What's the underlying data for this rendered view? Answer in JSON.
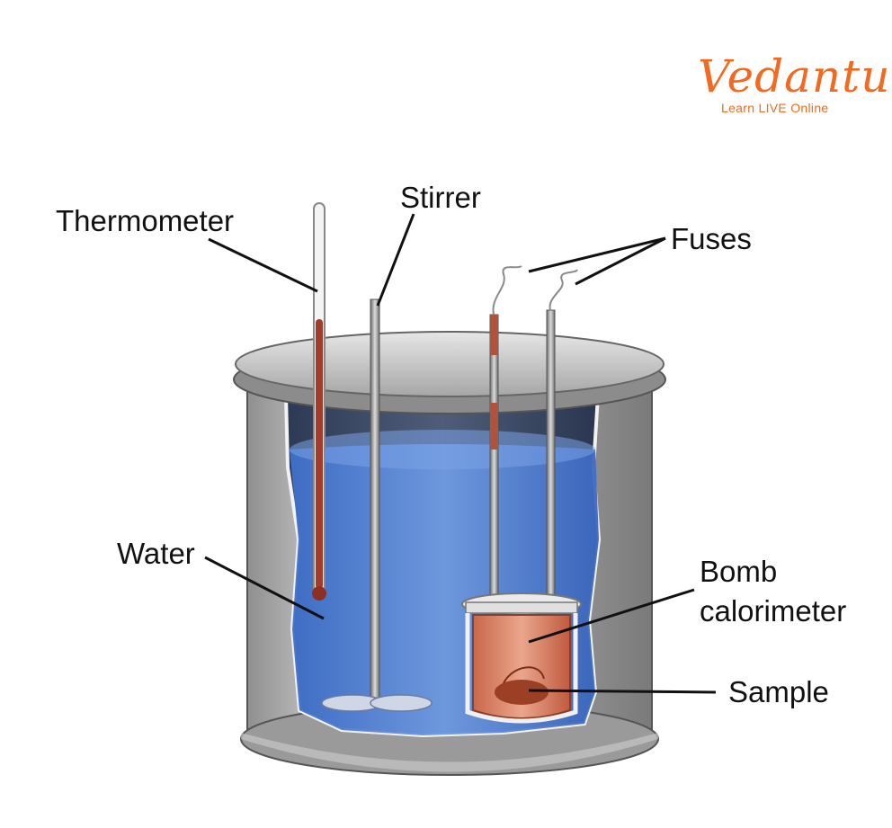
{
  "brand": {
    "name": "Vedantu",
    "tagline": "Learn LIVE Online",
    "color": "#f26a21"
  },
  "labels": {
    "thermometer": "Thermometer",
    "stirrer": "Stirrer",
    "fuses": "Fuses",
    "water": "Water",
    "bomb_line1": "Bomb",
    "bomb_line2": "calorimeter",
    "sample": "Sample"
  },
  "colors": {
    "water": "#5b86d6",
    "metal": "#b6b6b6",
    "copper": "#d9866a",
    "thermometer_fluid": "#a33a2a"
  }
}
